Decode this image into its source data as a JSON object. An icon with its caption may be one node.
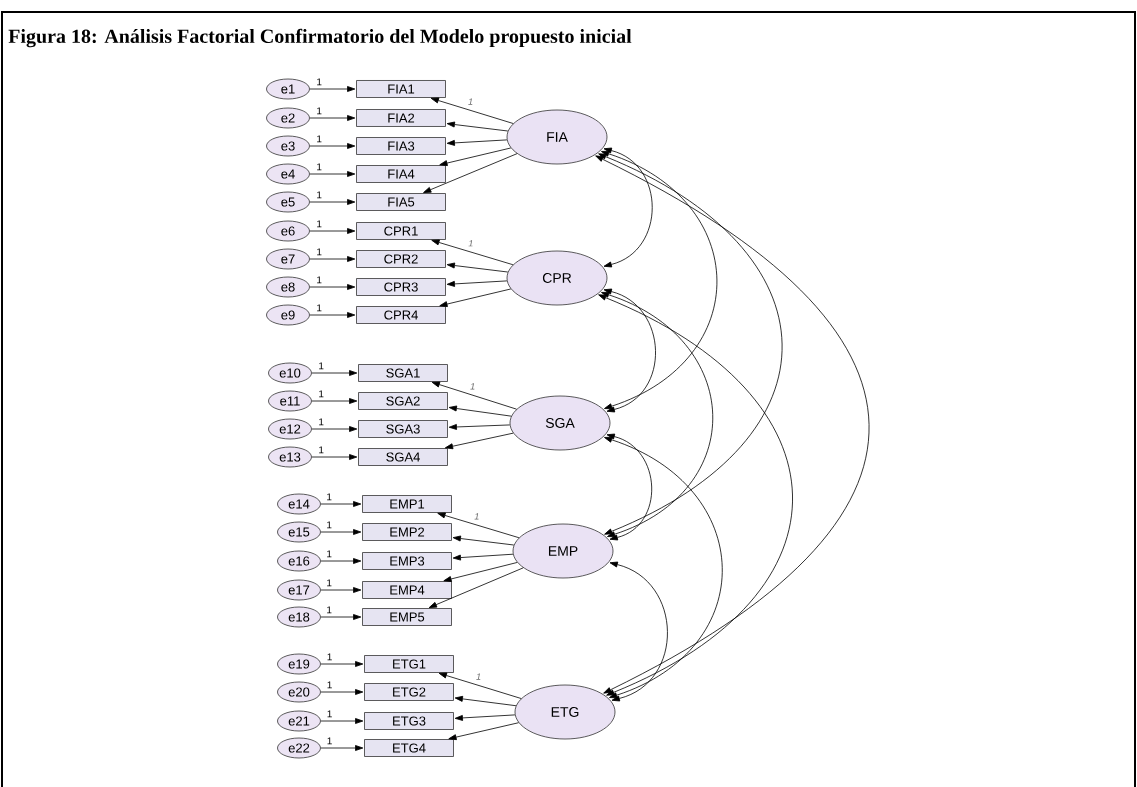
{
  "diagram": {
    "title": "Figura 18: Análisis Factorial Confirmatorio del Modelo propuesto inicial",
    "nodes": [
      {
        "text": [
          "e1"
        ]
      },
      {
        "text": [
          "e2"
        ]
      },
      {
        "text": [
          "e3"
        ]
      },
      {
        "text": [
          "e4"
        ]
      },
      {
        "text": [
          "e5"
        ]
      },
      {
        "text": [
          "e6"
        ]
      },
      {
        "text": [
          "e7"
        ]
      },
      {
        "text": [
          "e8"
        ]
      },
      {
        "text": [
          "e9"
        ]
      },
      {
        "text": [
          "e10"
        ]
      },
      {
        "text": [
          "e11"
        ]
      },
      {
        "text": [
          "e12"
        ]
      },
      {
        "text": [
          "e13"
        ]
      },
      {
        "text": [
          "e14"
        ]
      },
      {
        "text": [
          "e15"
        ]
      },
      {
        "text": [
          "e16"
        ]
      },
      {
        "text": [
          "e17"
        ]
      },
      {
        "text": [
          "e18"
        ]
      },
      {
        "text": [
          "e19"
        ]
      },
      {
        "text": [
          "e20"
        ]
      },
      {
        "text": [
          "e21"
        ]
      },
      {
        "text": [
          "e22"
        ]
      },
      {
        "text": [
          "FIA1"
        ]
      },
      {
        "text": [
          "FIA2"
        ]
      },
      {
        "text": [
          "FIA3"
        ]
      },
      {
        "text": [
          "FIA4"
        ]
      },
      {
        "text": [
          "FIA5"
        ]
      },
      {
        "text": [
          "CPR1"
        ]
      },
      {
        "text": [
          "CPR2"
        ]
      },
      {
        "text": [
          "CPR3"
        ]
      },
      {
        "text": [
          "CPR4"
        ]
      },
      {
        "text": [
          "SGA1"
        ]
      },
      {
        "text": [
          "SGA2"
        ]
      },
      {
        "text": [
          "SGA3"
        ]
      },
      {
        "text": [
          "SGA4"
        ]
      },
      {
        "text": [
          "EMP1"
        ]
      },
      {
        "text": [
          "EMP2"
        ]
      },
      {
        "text": [
          "EMP3"
        ]
      },
      {
        "text": [
          "EMP4"
        ]
      },
      {
        "text": [
          "EMP5"
        ]
      },
      {
        "text": [
          "ETG1"
        ]
      },
      {
        "text": [
          "ETG2"
        ]
      },
      {
        "text": [
          "ETG3"
        ]
      },
      {
        "text": [
          "ETG4"
        ]
      },
      {
        "text": [
          "FIA"
        ]
      },
      {
        "text": [
          "CPR"
        ]
      },
      {
        "text": [
          "SGA"
        ]
      },
      {
        "text": [
          "EMP"
        ]
      },
      {
        "text": [
          "ETG"
        ]
      }
    ],
    "edges": [
      {
        "from": 0,
        "to": 22,
        "arrow": "to",
        "label": "1"
      },
      {
        "from": 1,
        "to": 23,
        "arrow": "to",
        "label": "1"
      },
      {
        "from": 2,
        "to": 24,
        "arrow": "to",
        "label": "1"
      },
      {
        "from": 3,
        "to": 25,
        "arrow": "to",
        "label": "1"
      },
      {
        "from": 4,
        "to": 26,
        "arrow": "to",
        "label": "1"
      },
      {
        "from": 5,
        "to": 27,
        "arrow": "to",
        "label": "1"
      },
      {
        "from": 6,
        "to": 28,
        "arrow": "to",
        "label": "1"
      },
      {
        "from": 7,
        "to": 29,
        "arrow": "to",
        "label": "1"
      },
      {
        "from": 8,
        "to": 30,
        "arrow": "to",
        "label": "1"
      },
      {
        "from": 9,
        "to": 31,
        "arrow": "to",
        "label": "1"
      },
      {
        "from": 10,
        "to": 32,
        "arrow": "to",
        "label": "1"
      },
      {
        "from": 11,
        "to": 33,
        "arrow": "to",
        "label": "1"
      },
      {
        "from": 12,
        "to": 34,
        "arrow": "to",
        "label": "1"
      },
      {
        "from": 13,
        "to": 35,
        "arrow": "to",
        "label": "1"
      },
      {
        "from": 14,
        "to": 36,
        "arrow": "to",
        "label": "1"
      },
      {
        "from": 15,
        "to": 37,
        "arrow": "to",
        "label": "1"
      },
      {
        "from": 16,
        "to": 38,
        "arrow": "to",
        "label": "1"
      },
      {
        "from": 17,
        "to": 39,
        "arrow": "to",
        "label": "1"
      },
      {
        "from": 18,
        "to": 40,
        "arrow": "to",
        "label": "1"
      },
      {
        "from": 19,
        "to": 41,
        "arrow": "to",
        "label": "1"
      },
      {
        "from": 20,
        "to": 42,
        "arrow": "to",
        "label": "1"
      },
      {
        "from": 21,
        "to": 43,
        "arrow": "to",
        "label": "1"
      },
      {
        "from": 44,
        "to": 22,
        "arrow": "to",
        "label": "1"
      },
      {
        "from": 44,
        "to": 23,
        "arrow": "to"
      },
      {
        "from": 44,
        "to": 24,
        "arrow": "to"
      },
      {
        "from": 44,
        "to": 25,
        "arrow": "to"
      },
      {
        "from": 44,
        "to": 26,
        "arrow": "to"
      },
      {
        "from": 45,
        "to": 27,
        "arrow": "to",
        "label": "1"
      },
      {
        "from": 45,
        "to": 28,
        "arrow": "to"
      },
      {
        "from": 45,
        "to": 29,
        "arrow": "to"
      },
      {
        "from": 45,
        "to": 30,
        "arrow": "to"
      },
      {
        "from": 46,
        "to": 31,
        "arrow": "to",
        "label": "1"
      },
      {
        "from": 46,
        "to": 32,
        "arrow": "to"
      },
      {
        "from": 46,
        "to": 33,
        "arrow": "to"
      },
      {
        "from": 46,
        "to": 34,
        "arrow": "to"
      },
      {
        "from": 47,
        "to": 35,
        "arrow": "to",
        "label": "1"
      },
      {
        "from": 47,
        "to": 36,
        "arrow": "to"
      },
      {
        "from": 47,
        "to": 37,
        "arrow": "to"
      },
      {
        "from": 47,
        "to": 38,
        "arrow": "to"
      },
      {
        "from": 47,
        "to": 39,
        "arrow": "to"
      },
      {
        "from": 48,
        "to": 40,
        "arrow": "to",
        "label": "1"
      },
      {
        "from": 48,
        "to": 41,
        "arrow": "to"
      },
      {
        "from": 48,
        "to": 42,
        "arrow": "to"
      },
      {
        "from": 48,
        "to": 43,
        "arrow": "to"
      },
      {
        "from": 44,
        "to": 45,
        "arrow": "both"
      },
      {
        "from": 44,
        "to": 46,
        "arrow": "both"
      },
      {
        "from": 44,
        "to": 47,
        "arrow": "both"
      },
      {
        "from": 44,
        "to": 48,
        "arrow": "both"
      },
      {
        "from": 45,
        "to": 46,
        "arrow": "both"
      },
      {
        "from": 45,
        "to": 47,
        "arrow": "both"
      },
      {
        "from": 45,
        "to": 48,
        "arrow": "both"
      },
      {
        "from": 46,
        "to": 47,
        "arrow": "both"
      },
      {
        "from": 46,
        "to": 48,
        "arrow": "both"
      },
      {
        "from": 47,
        "to": 48,
        "arrow": "both"
      }
    ]
  }
}
